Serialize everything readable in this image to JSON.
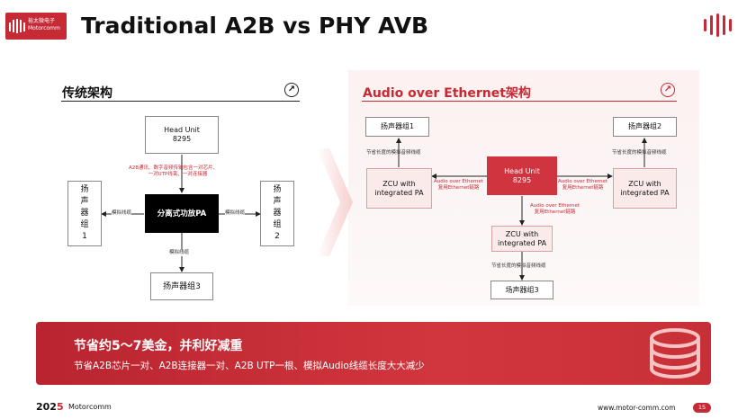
{
  "logo": {
    "line1": "裕太微电子",
    "line2": "Motorcomm"
  },
  "title": "Traditional A2B vs PHY AVB",
  "left": {
    "title": "传统架构",
    "head_unit_line1": "Head Unit",
    "head_unit_line2": "8295",
    "red_note_line1": "A2B通讯、数字音频传输包含一对芯片、",
    "red_note_line2": "一对UTP线束、一对连接器",
    "amp": "分离式功放PA",
    "speaker1": [
      "扬",
      "声",
      "器",
      "组",
      "1"
    ],
    "speaker2": [
      "扬",
      "声",
      "器",
      "组",
      "2"
    ],
    "speaker3": "扬声器组3",
    "analog_left": "模拟线缆",
    "analog_right": "模拟线缆",
    "analog_down": "模拟线缆"
  },
  "right": {
    "title": "Audio over Ethernet架构",
    "speaker1": "扬声器组1",
    "speaker2": "扬声器组2",
    "speaker3": "场声器组3",
    "zcu_left_line1": "ZCU with",
    "zcu_left_line2": "integrated PA",
    "zcu_right_line1": "ZCU with",
    "zcu_right_line2": "integrated PA",
    "zcu_bottom_line1": "ZCU with",
    "zcu_bottom_line2": "integrated PA",
    "head_unit_line1": "Head Unit",
    "head_unit_line2": "8295",
    "short_left": "节省长度的模拟音频线缆",
    "short_right": "节省长度的模拟音频线缆",
    "short_bottom": "节省长度的模拟音频线缆",
    "aoe_left_line1": "Audio over Ethernet",
    "aoe_left_line2": "复用Ethernet链路",
    "aoe_right_line1": "Audio over Ethernet",
    "aoe_right_line2": "复用Ethernet链路",
    "aoe_down_line1": "Audio over Ethernet",
    "aoe_down_line2": "复用Ethernet链路"
  },
  "banner": {
    "headline": "节省约5～7美金，并利好减重",
    "detail": "节省A2B芯片一对、A2B连接器一对、A2B UTP一根、模拟Audio线缆长度大大减少"
  },
  "footer": {
    "year_prefix": "202",
    "year_suffix": "5",
    "company": "Motorcomm",
    "url": "www.motor-comm.com",
    "page": "15"
  },
  "colors": {
    "accent": "#c62a34",
    "dark": "#000000"
  },
  "icons": [
    "logo-bars-icon",
    "arrow-up-right-icon",
    "chevron-right-icon",
    "database-icon",
    "brand-bars-icon"
  ]
}
